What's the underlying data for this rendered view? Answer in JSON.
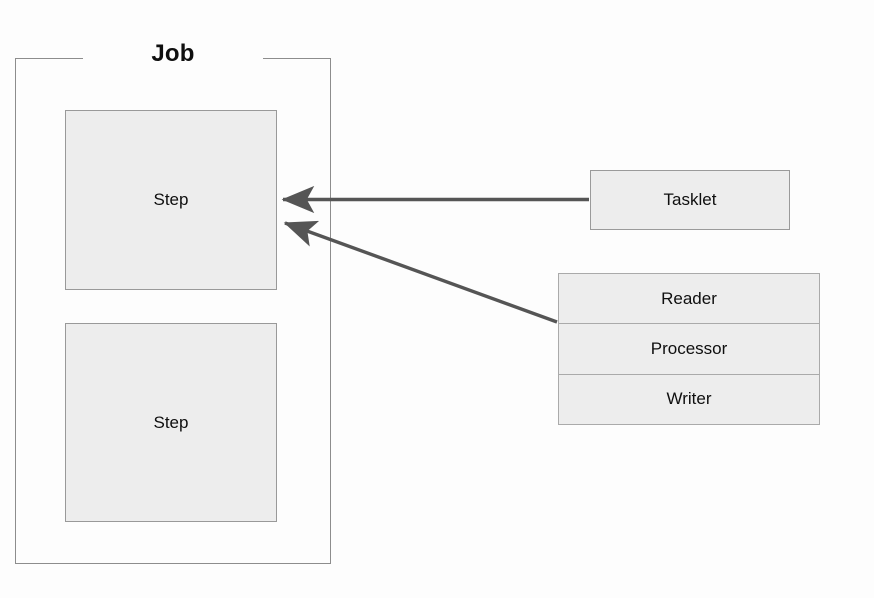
{
  "diagram": {
    "title": "Job",
    "background_color": "#fdfdfd",
    "box_fill_color": "#ededed",
    "box_border_color": "#999999",
    "arrow_color": "#555555",
    "text_color": "#0f0f0f"
  },
  "job": {
    "label": "Job",
    "steps": [
      {
        "label": "Step"
      },
      {
        "label": "Step"
      }
    ]
  },
  "tasklet": {
    "label": "Tasklet"
  },
  "chunk": {
    "rows": [
      {
        "label": "Reader"
      },
      {
        "label": "Processor"
      },
      {
        "label": "Writer"
      }
    ]
  },
  "connections": [
    {
      "name": "tasklet-to-step",
      "from": "Tasklet",
      "to": "Step",
      "style": "solid-arrow-left"
    },
    {
      "name": "chunk-to-step",
      "from": "Reader/Processor",
      "to": "Step",
      "style": "solid-arrow-left"
    }
  ]
}
